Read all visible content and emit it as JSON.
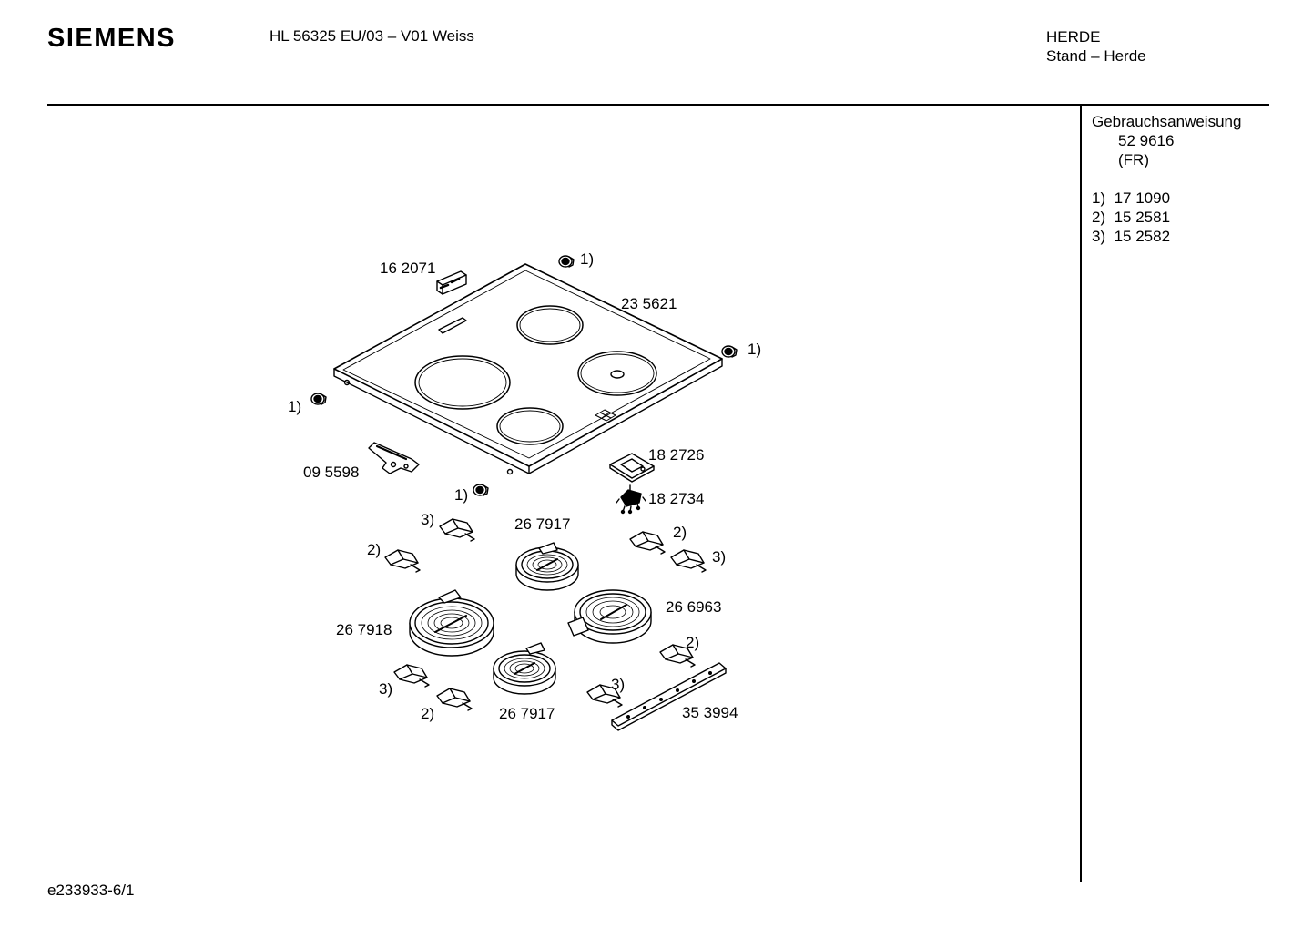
{
  "header": {
    "brand": "SIEMENS",
    "model": "HL 56325 EU/03 – V01 Weiss",
    "category": "HERDE",
    "subcategory": "Stand – Herde"
  },
  "sidebar": {
    "manual_label": "Gebrauchsanweisung",
    "manual_number": "52 9616",
    "manual_lang": "(FR)",
    "footnotes": [
      {
        "key": "1)",
        "value": "17 1090"
      },
      {
        "key": "2)",
        "value": "15 2581"
      },
      {
        "key": "3)",
        "value": "15 2582"
      }
    ]
  },
  "diagram": {
    "labels": {
      "knob_top": "1)",
      "cover_part": "16 2071",
      "hob_top": "23 5621",
      "knob_right": "1)",
      "knob_left": "1)",
      "bracket": "09 5598",
      "knob_bottom": "1)",
      "ctrl_plate": "18 2726",
      "connector": "18 2734",
      "clip_a": "3)",
      "heater_top": "26 7917",
      "clip_b": "2)",
      "clip_c": "2)",
      "clip_d": "3)",
      "heater_big": "26 7918",
      "heater_right": "26 6963",
      "clip_e": "2)",
      "clip_f": "3)",
      "clip_g": "3)",
      "clip_h": "2)",
      "heater_bottom": "26 7917",
      "strip": "35 3994"
    }
  },
  "footer": {
    "code": "e233933-6/1"
  }
}
